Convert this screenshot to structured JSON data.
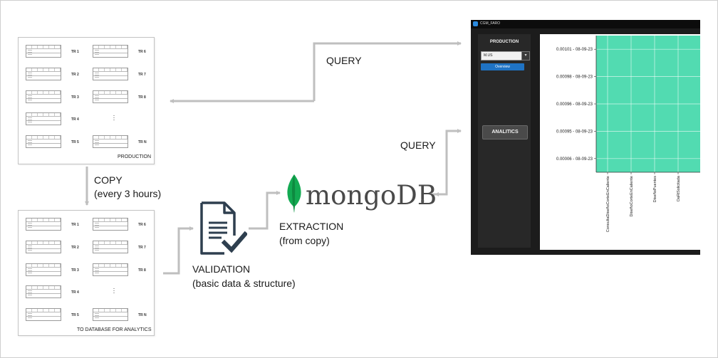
{
  "labels": {
    "query_top": "QUERY",
    "query_mid": "QUERY",
    "copy_title": "COPY",
    "copy_freq": "(every 3 hours)",
    "validation_title": "VALIDATION",
    "validation_desc": "(basic data & structure)",
    "extraction_title": "EXTRACTION",
    "extraction_desc": "(from copy)"
  },
  "production_db": {
    "caption": "PRODUCTION",
    "left_tables": [
      "TR 1",
      "TR 2",
      "TR 3",
      "TR 4",
      "TR 5"
    ],
    "right_tables": [
      "TR 6",
      "TR 7",
      "TR 8",
      "",
      "TR N"
    ]
  },
  "analytics_db": {
    "caption": "TO DATABASE FOR ANALYTICS",
    "left_tables": [
      "TR 1",
      "TR 2",
      "TR 3",
      "TR 4",
      "TR 5"
    ],
    "right_tables": [
      "TR 6",
      "TR 7",
      "TR 8",
      "",
      "TR N"
    ]
  },
  "mongodb": {
    "wordmark": "mongoDB",
    "registered": "®"
  },
  "app": {
    "window_title": "CGM_FARO",
    "sidebar_title": "PRODUCTION",
    "select_value": "M.US",
    "overview_button": "Overview",
    "analytics_button": "ANALITICS"
  },
  "colors": {
    "arrow": "#bfbfbf",
    "heatmap_fill": "#52dbb1",
    "overview_button": "#1f73c4",
    "document_icon": "#2e3f4f",
    "mongo_leaf": "#13aa52"
  },
  "chart_data": {
    "type": "heatmap",
    "y_tick_labels": [
      "0.00101 - 08-09-23",
      "0.00098 - 08-09-23",
      "0.00096 - 08-09-23",
      "0.00095 - 08-09-23",
      "0.00006 - 08-09-23"
    ],
    "x_tick_labels": [
      "ConsultaDiseñoCorteEnCaliente",
      "DiseñoCorteEnCaliente",
      "DiseñoPuentes",
      "OaRiSolicitada"
    ],
    "grid": true
  }
}
